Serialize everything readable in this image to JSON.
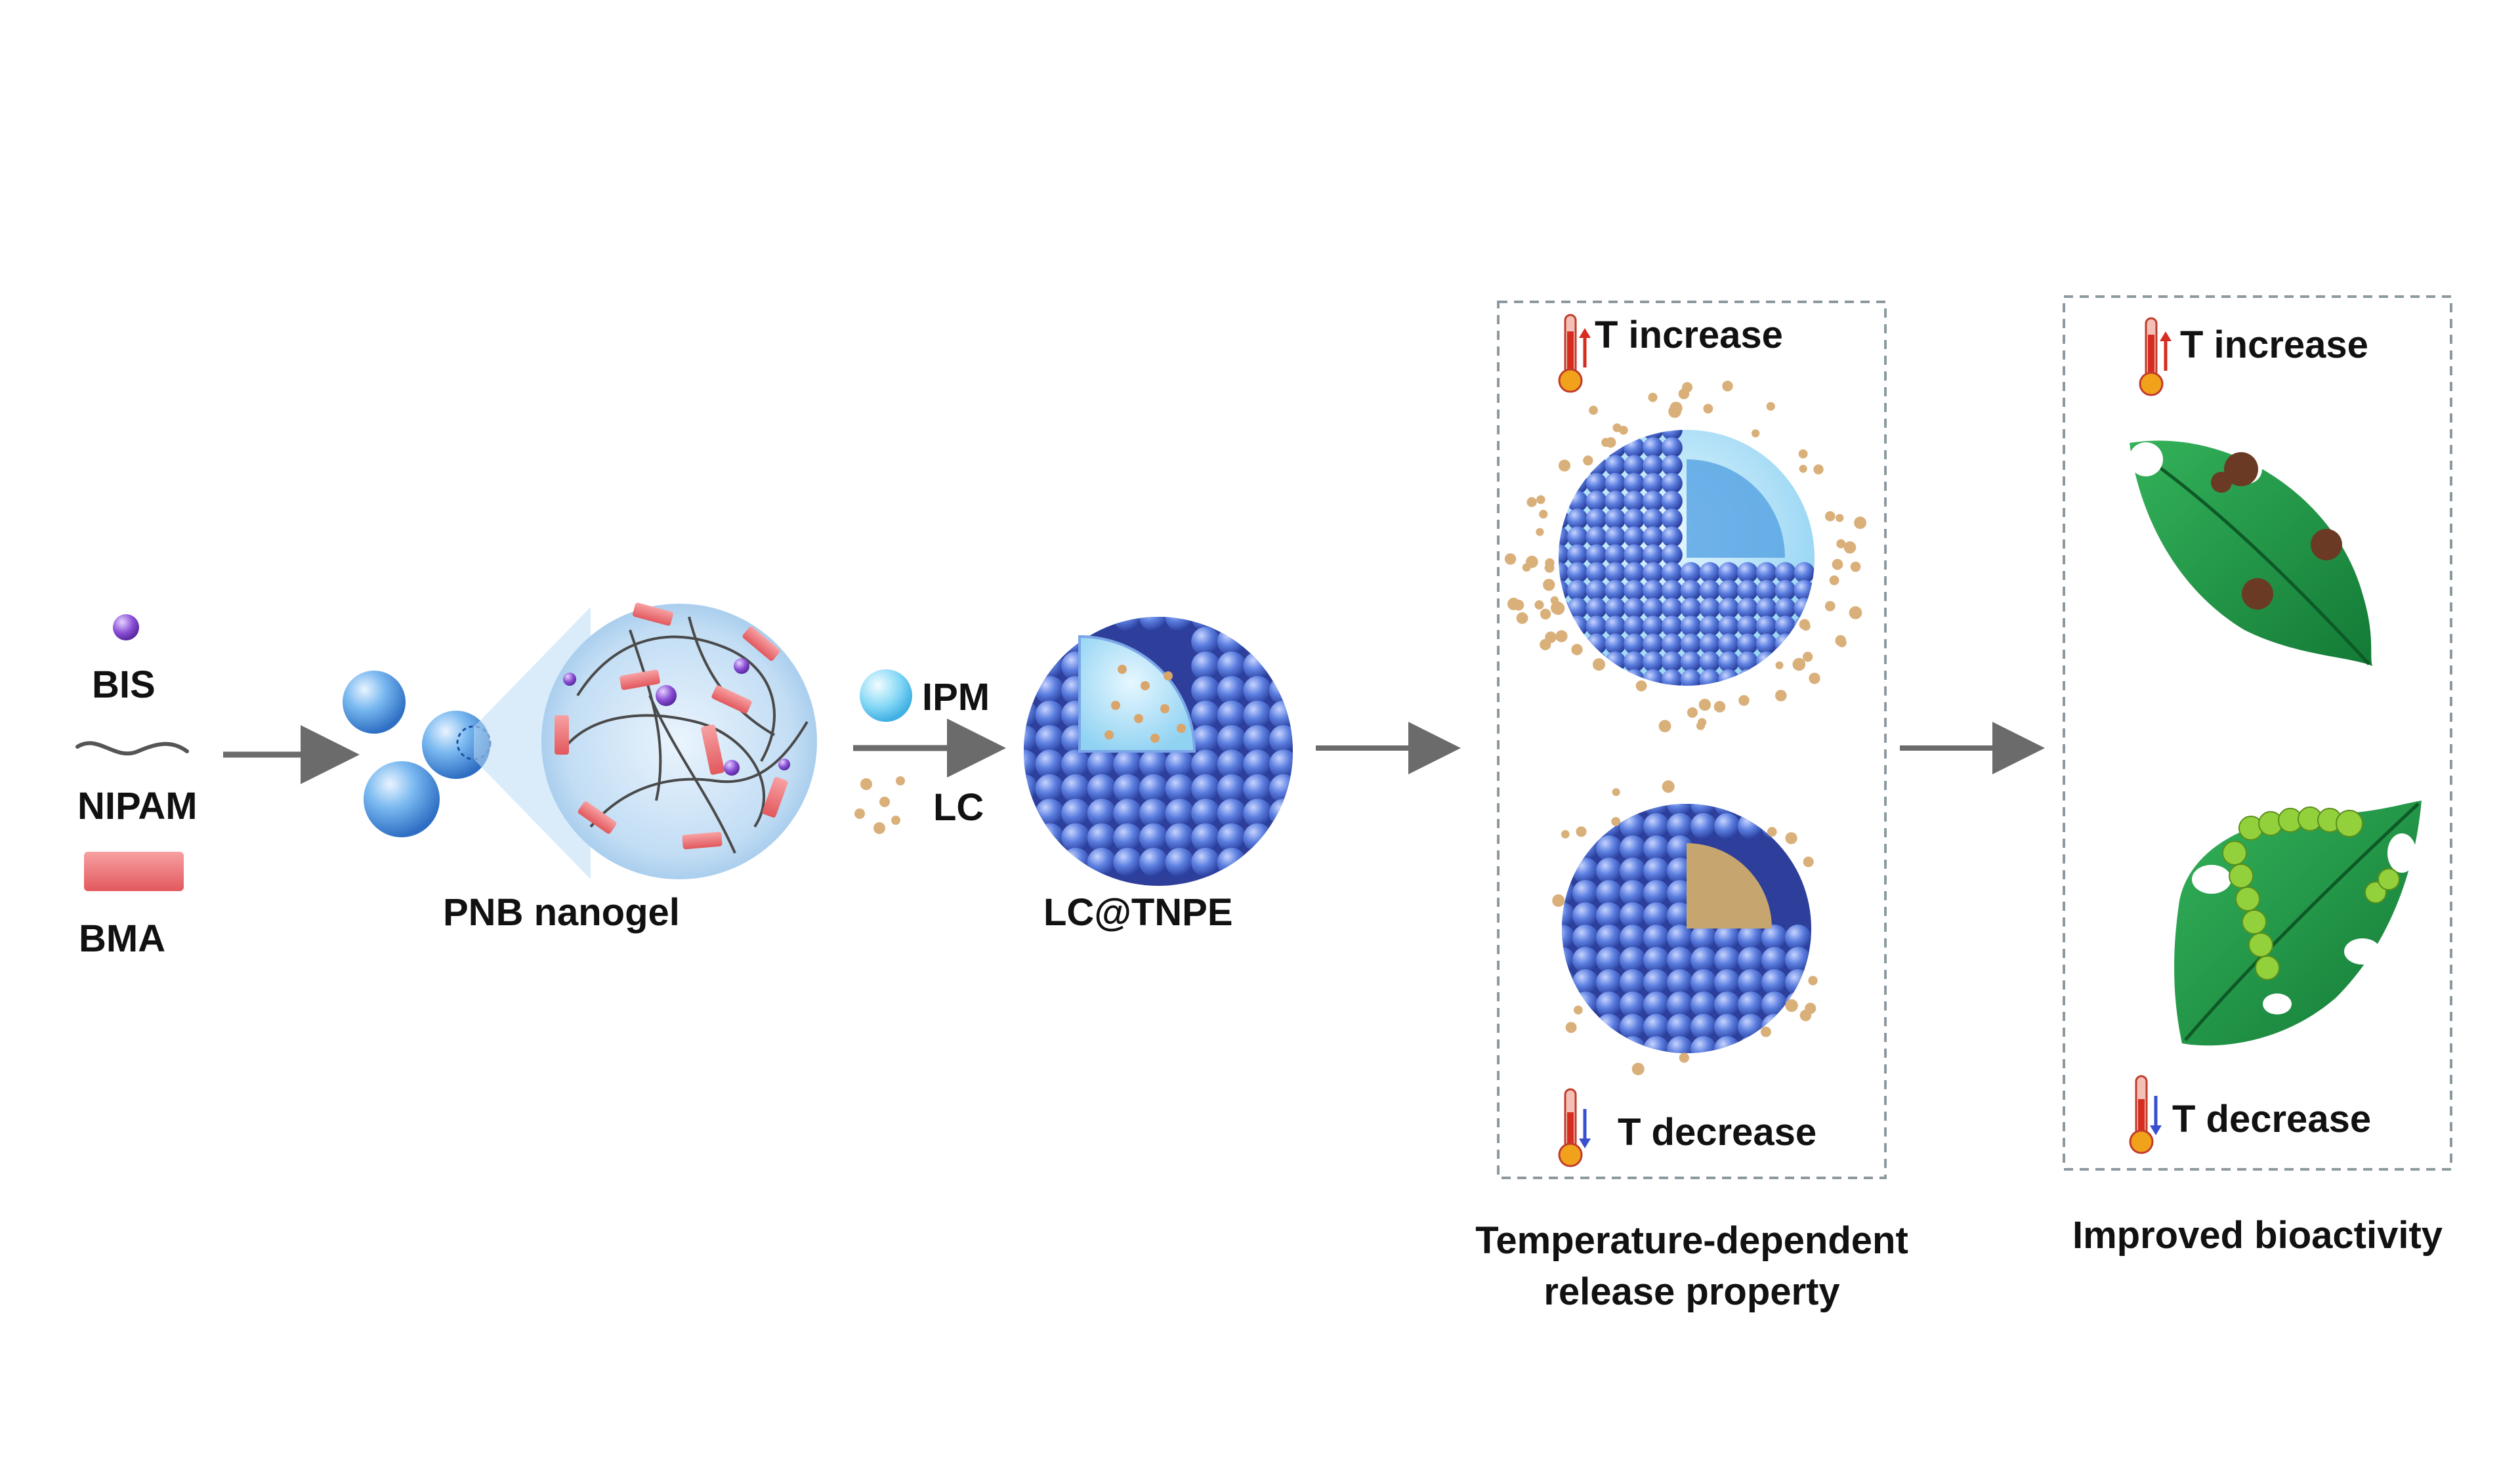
{
  "colors": {
    "bis": "#8a4fd6",
    "nipam": "#555555",
    "bma": "#ee6f73",
    "nanogel": "#3e8fe0",
    "shell": "#4f6fd8",
    "ipm": "#7fd3f5",
    "lc": "#d9b07a",
    "leaf": "#1f9a48",
    "caterpillar": "#93d13c",
    "arrow": "#6b6b6b"
  },
  "reagents": {
    "bis": "BIS",
    "nipam": "NIPAM",
    "bma": "BMA"
  },
  "nanogel": {
    "label": "PNB nanogel"
  },
  "additives": {
    "ipm": "IPM",
    "lc": "LC"
  },
  "product": {
    "label": "LC@TNPE"
  },
  "release_panel": {
    "top": "T increase",
    "bottom": "T decrease",
    "caption_line1": "Temperature-dependent",
    "caption_line2": "release property"
  },
  "bio_panel": {
    "top": "T increase",
    "bottom": "T decrease",
    "caption": "Improved bioactivity"
  }
}
